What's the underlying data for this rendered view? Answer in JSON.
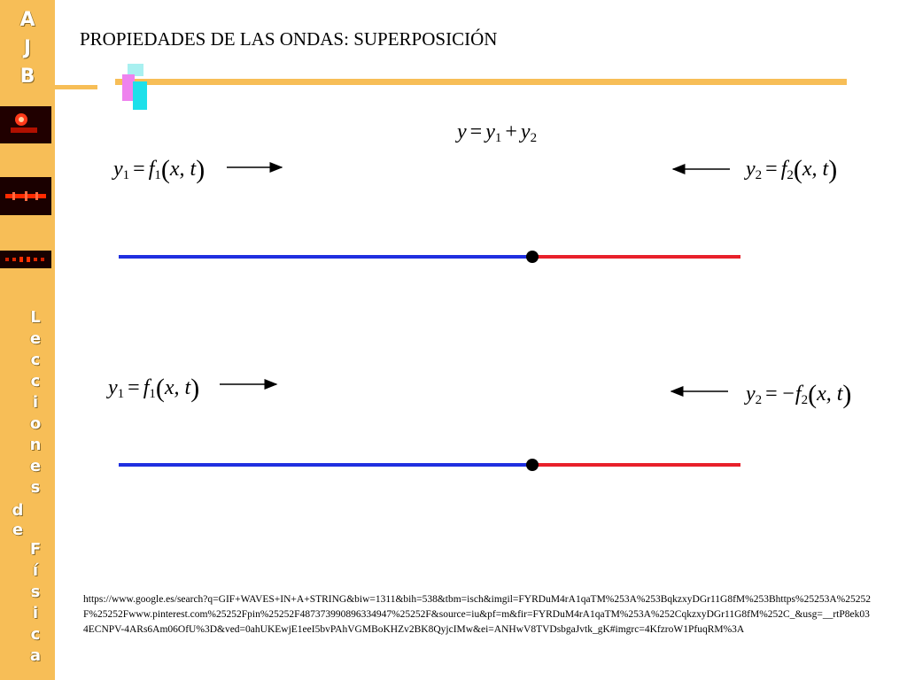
{
  "sidebar": {
    "logo": [
      "A",
      "J",
      "B"
    ],
    "vertical_text": [
      "L",
      "e",
      "c",
      "c",
      "i",
      "o",
      "n",
      "e",
      "s",
      "d",
      "e",
      "F",
      "í",
      "s",
      "i",
      "c",
      "a"
    ],
    "colors": {
      "panel": "#f7be57",
      "thumbnails": "#1a0000",
      "accent_red": "#ff2a00"
    }
  },
  "slide": {
    "title": "PROPIEDADES DE LAS ONDAS: SUPERPOSICIÓN",
    "superposition": {
      "y": "y",
      "eq": "=",
      "y1": "y",
      "sub1": "1",
      "plus": "+",
      "y2": "y",
      "sub2": "2"
    },
    "panel1": {
      "left_eq": {
        "y": "y",
        "ysub": "1",
        "eq": "=",
        "f": "f",
        "fsub": "1",
        "args": "x, t",
        "lp": "(",
        "rp": ")"
      },
      "right_eq": {
        "y": "y",
        "ysub": "2",
        "eq": "=",
        "neg": "",
        "f": "f",
        "fsub": "2",
        "args": "x, t",
        "lp": "(",
        "rp": ")"
      }
    },
    "panel2": {
      "left_eq": {
        "y": "y",
        "ysub": "1",
        "eq": "=",
        "f": "f",
        "fsub": "1",
        "args": "x, t",
        "lp": "(",
        "rp": ")"
      },
      "right_eq": {
        "y": "y",
        "ysub": "2",
        "eq": "=",
        "neg": "−",
        "f": "f",
        "fsub": "2",
        "args": "x, t",
        "lp": "(",
        "rp": ")"
      }
    },
    "string_colors": {
      "left": "#1f2fe0",
      "right": "#e8202a",
      "junction": "#000000"
    },
    "reference": "https://www.google.es/search?q=GIF+WAVES+IN+A+STRING&biw=1311&bih=538&tbm=isch&imgil=FYRDuM4rA1qaTM%253A%253BqkzxyDGr11G8fM%253Bhttps%25253A%25252F%25252Fwww.pinterest.com%25252Fpin%25252F487373990896334947%25252F&source=iu&pf=m&fir=FYRDuM4rA1qaTM%253A%252CqkzxyDGr11G8fM%252C_&usg=__rtP8ek034ECNPV-4ARs6Am06OfU%3D&ved=0ahUKEwjE1eeI5bvPAhVGMBoKHZv2BK8QyjcIMw&ei=ANHwV8TVDsbgaJvtk_gK#imgrc=4KfzroW1PfuqRM%3A"
  }
}
